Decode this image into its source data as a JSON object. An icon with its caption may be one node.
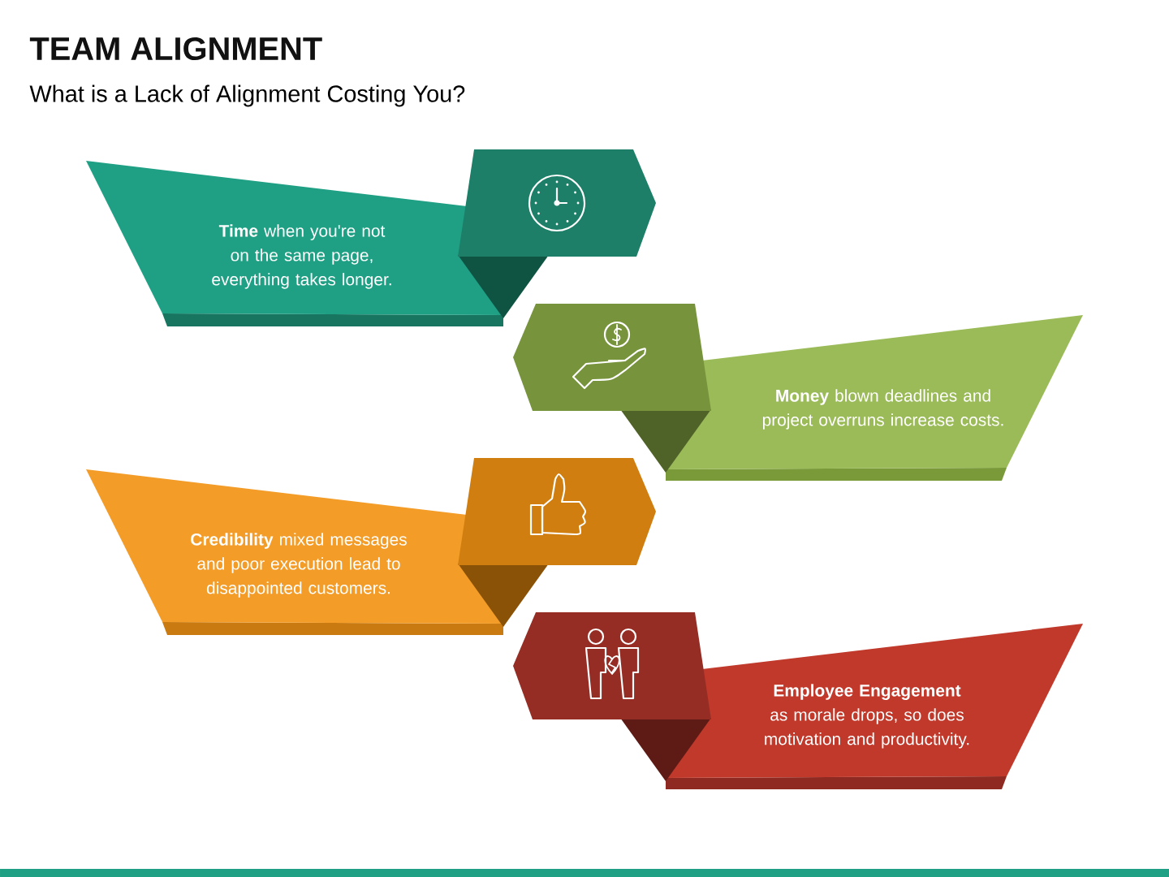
{
  "diagram": {
    "title": "TEAM ALIGNMENT",
    "nodes": [
      {
        "text": [
          "**Time** when you're not on the same page, everything takes longer."
        ]
      },
      {
        "text": [
          "**Money** blown deadlines and project overruns increase costs."
        ]
      },
      {
        "text": [
          "**Credibility** mixed messages and poor execution lead to disappointed customers."
        ]
      },
      {
        "text": [
          "**Employee Engagement**  as morale drops, so does motivation and productivity."
        ]
      }
    ],
    "labels": [
      "What is a Lack of Alignment Costing You?"
    ]
  }
}
